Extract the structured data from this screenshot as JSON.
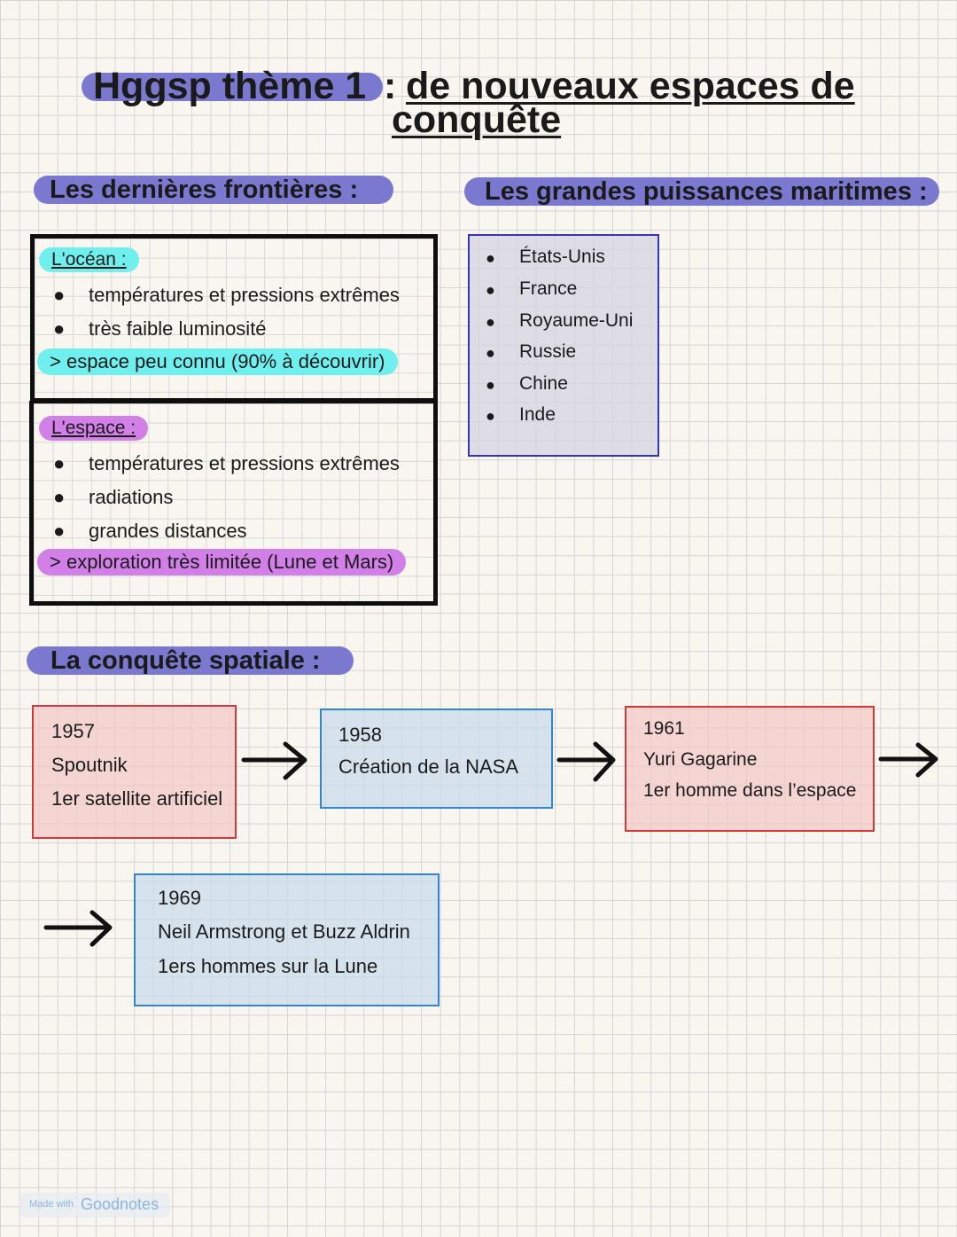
{
  "title": {
    "part1": "Hggsp thème 1",
    "colon": ":",
    "part2": "de nouveaux espaces de",
    "part3": "conquête"
  },
  "frontieres": {
    "heading": "Les dernières frontières :",
    "ocean": {
      "label": "L'océan :",
      "bullets": [
        "températures et pressions extrêmes",
        "très faible luminosité"
      ],
      "conclusion": "> espace peu connu (90% à découvrir)"
    },
    "espace": {
      "label": "L'espace :",
      "bullets": [
        "températures et pressions extrêmes",
        "radiations",
        "grandes distances"
      ],
      "conclusion": "> exploration très limitée (Lune et Mars)"
    }
  },
  "maritimes": {
    "heading": "Les grandes puissances maritimes :",
    "items": [
      "États-Unis",
      "France",
      "Royaume-Uni",
      "Russie",
      "Chine",
      "Inde"
    ]
  },
  "conquete": {
    "heading": "La conquête spatiale :",
    "events": [
      {
        "year": "1957",
        "line1": "Spoutnik",
        "line2": "1er satellite artificiel"
      },
      {
        "year": "1958",
        "line1": "Création de la NASA"
      },
      {
        "year": "1961",
        "line1": "Yuri Gagarine",
        "line2": "1er homme dans l’espace"
      },
      {
        "year": "1969",
        "line1": "Neil Armstrong et Buzz Aldrin",
        "line2": "1ers hommes sur la Lune"
      }
    ]
  },
  "watermark": {
    "small": "Made with",
    "brand": "Goodnotes"
  },
  "colors": {
    "header_pill": "#7b78cf",
    "ocean_highlight": "#6ff0ee",
    "espace_highlight": "#d27fe8",
    "event_red_border": "#d23a3a",
    "event_blue_border": "#2f86d8",
    "maritime_border": "#3535b8"
  },
  "icons": [
    "bullet-dot",
    "right-arrow-icon"
  ]
}
